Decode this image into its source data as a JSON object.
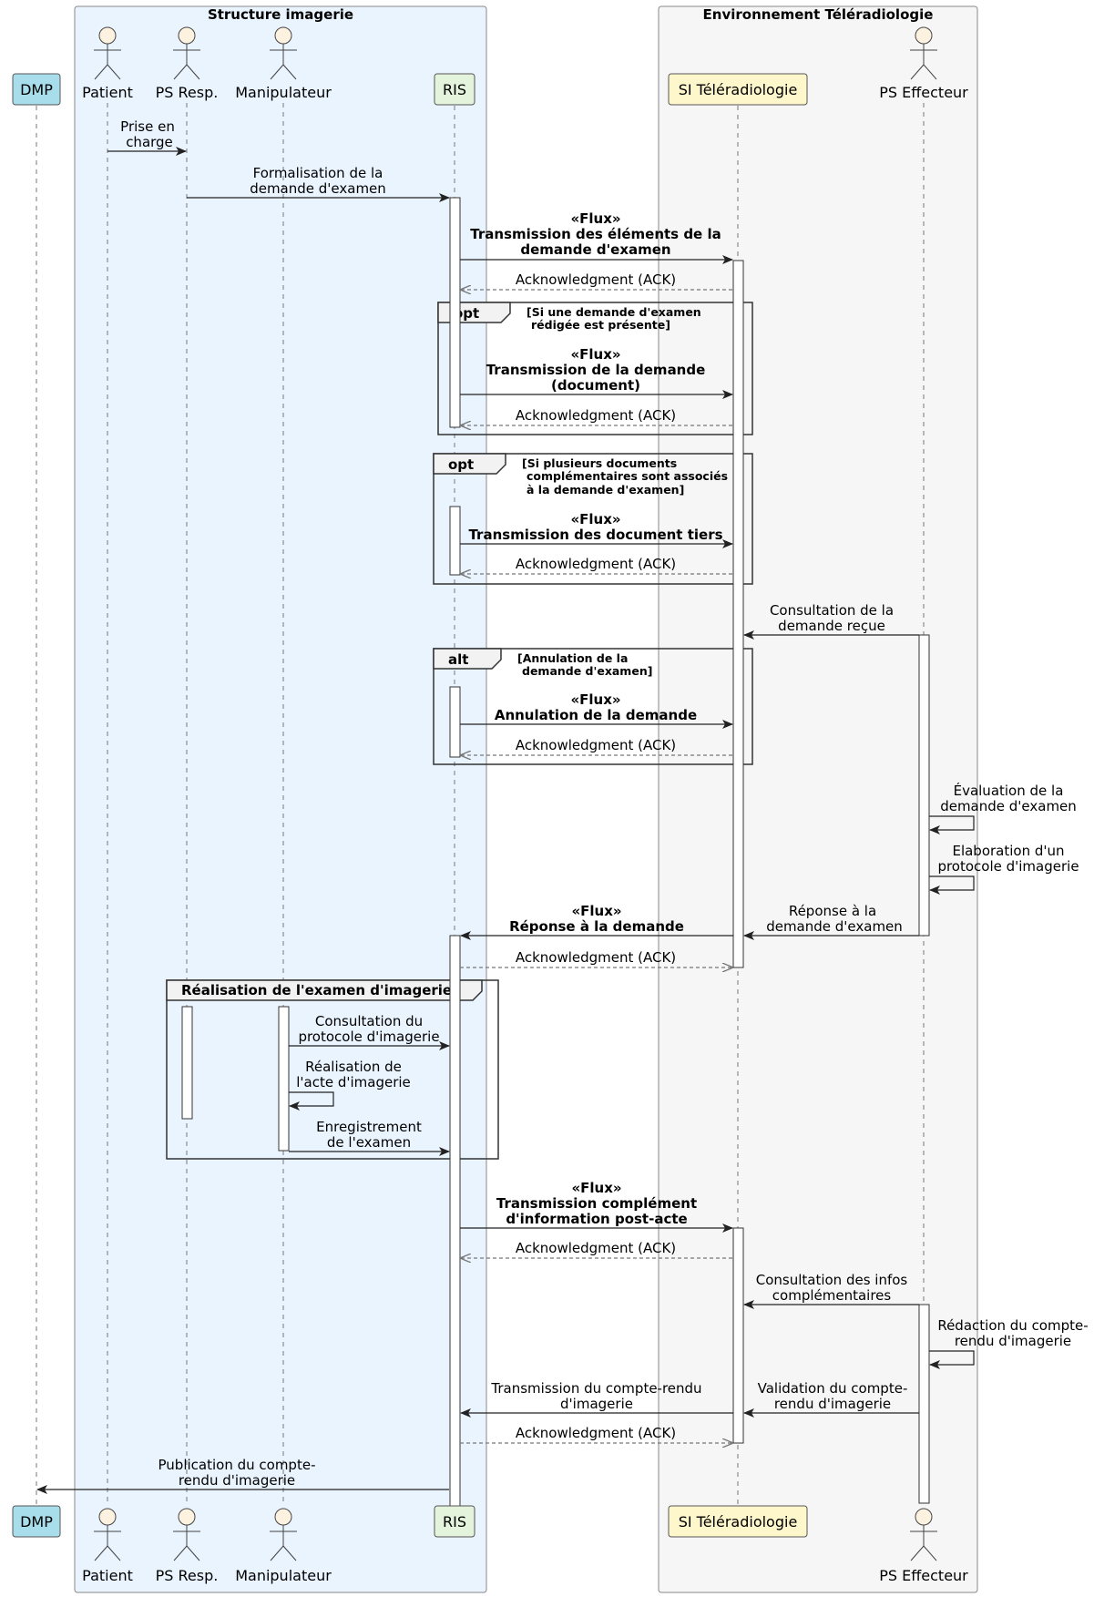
{
  "boxes": {
    "structure": "Structure imagerie",
    "environnement": "Environnement Téléradiologie"
  },
  "participants": {
    "dmp": "DMP",
    "patient": "Patient",
    "ps_resp": "PS Resp.",
    "manipulateur": "Manipulateur",
    "ris": "RIS",
    "si_tele": "SI Téléradiologie",
    "ps_eff": "PS Effecteur"
  },
  "colors": {
    "structure_bg": "#EAF4FF",
    "environnement_bg": "#F6F6F6",
    "dmp_fill": "#A8DDEC",
    "ris_fill": "#E3F3DC",
    "si_fill": "#FFF7CC",
    "actor_fill": "#FDF1E0"
  },
  "messages": {
    "m1": [
      "Prise en",
      "charge"
    ],
    "m2": [
      "Formalisation de la",
      "demande d'examen"
    ],
    "m3": [
      "«Flux»",
      "Transmission des éléments de la",
      "demande d'examen"
    ],
    "ack": "Acknowledgment (ACK)",
    "m5": [
      "«Flux»",
      "Transmission de la demande",
      "(document)"
    ],
    "m7": [
      "«Flux»",
      "Transmission des document tiers"
    ],
    "m9": [
      "Consultation de la",
      "demande reçue"
    ],
    "m10": [
      "«Flux»",
      "Annulation de la demande"
    ],
    "m12": [
      "Évaluation de la",
      "demande d'examen"
    ],
    "m13": [
      "Elaboration d'un",
      "protocole d'imagerie"
    ],
    "m14": [
      "Réponse à la",
      "demande d'examen"
    ],
    "m15": [
      "«Flux»",
      "Réponse à la demande"
    ],
    "m17": [
      "Consultation du",
      "protocole d'imagerie"
    ],
    "m18": [
      "Réalisation de",
      "l'acte d'imagerie"
    ],
    "m19": [
      "Enregistrement",
      "de l'examen"
    ],
    "m20": [
      "«Flux»",
      "Transmission complément",
      "d'information post-acte"
    ],
    "m22": [
      "Consultation des infos",
      "complémentaires"
    ],
    "m23": [
      "Rédaction du compte-",
      "rendu d'imagerie"
    ],
    "m24": [
      "Validation du compte-",
      "rendu d'imagerie"
    ],
    "m25": [
      "Transmission du compte-rendu",
      "d'imagerie"
    ],
    "m27": [
      "Publication du compte-",
      "rendu d'imagerie"
    ]
  },
  "fragments": {
    "opt1": {
      "kind": "opt",
      "guard": [
        "[Si une demande d'examen",
        "rédigée est présente]"
      ]
    },
    "opt2": {
      "kind": "opt",
      "guard": [
        "[Si plusieurs documents",
        "complémentaires sont associés",
        "à la demande d'examen]"
      ]
    },
    "alt": {
      "kind": "alt",
      "guard": [
        "[Annulation de la",
        "demande d'examen]"
      ]
    },
    "group": {
      "kind": "Réalisation de l'examen d'imagerie"
    }
  }
}
